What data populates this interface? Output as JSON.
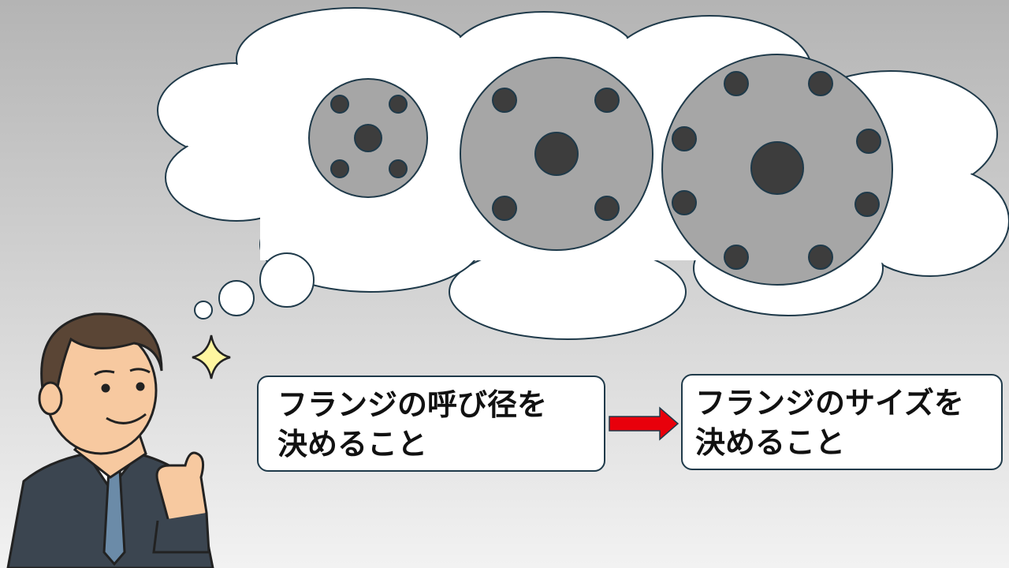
{
  "slide": {
    "box_left": {
      "line1": "フランジの呼び径を",
      "line2": "決めること"
    },
    "box_right": {
      "line1": "フランジのサイズを",
      "line2": "決めること"
    }
  },
  "colors": {
    "arrow": "#e8000b",
    "flange": "#a6a6a6",
    "bolt": "#3d3d3d",
    "outline": "#1f3a4a"
  }
}
